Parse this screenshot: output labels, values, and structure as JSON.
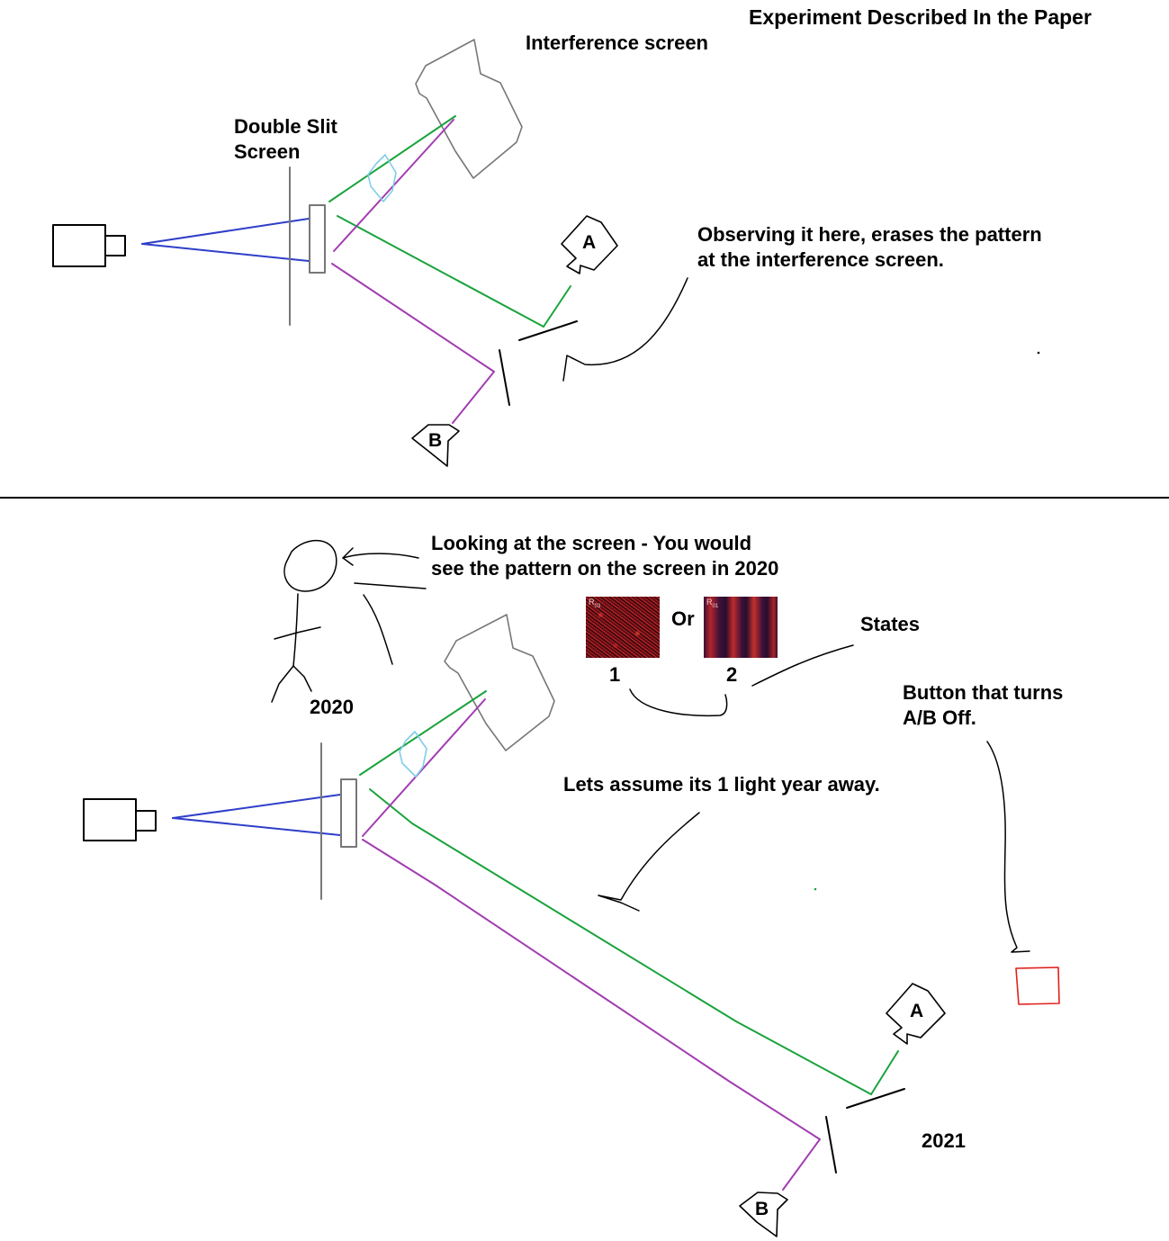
{
  "colors": {
    "blue": "#2f3fc8",
    "green": "#1aa33c",
    "purple": "#a23db1",
    "cyan": "#7fcde8",
    "gray": "#777777",
    "black": "#000000",
    "red": "#e0201c"
  },
  "top": {
    "title": "Experiment Described In the Paper",
    "interference_label": "Interference screen",
    "double_slit_line1": "Double Slit",
    "double_slit_line2": "Screen",
    "observe_line1": "Observing it here, erases the pattern",
    "observe_line2": "at the interference screen.",
    "detector_a": "A",
    "detector_b": "B"
  },
  "bottom": {
    "looking_line1": "Looking at the screen - You would",
    "looking_line2": "see the pattern on the screen in 2020",
    "or_label": "Or",
    "state1_number": "1",
    "state2_number": "2",
    "state1_tag": "R",
    "state1_tag_sub": "03",
    "state2_tag": "R",
    "state2_tag_sub": "01",
    "states_label": "States",
    "year_2020": "2020",
    "year_2021": "2021",
    "button_line1": "Button that turns",
    "button_line2": "A/B Off.",
    "assume_label": "Lets assume its 1 light year away.",
    "detector_a": "A",
    "detector_b": "B"
  }
}
